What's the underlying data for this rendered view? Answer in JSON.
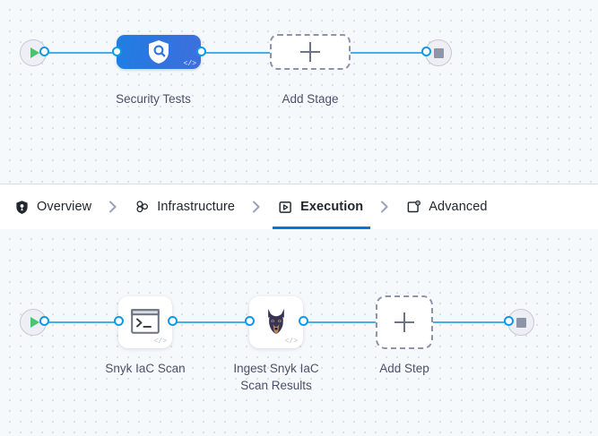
{
  "stages_canvas": {
    "start_node": {
      "icon": "play-icon",
      "name": "pipeline-start"
    },
    "end_node": {
      "icon": "stop-icon",
      "name": "pipeline-end"
    },
    "stage": {
      "label": "Security Tests",
      "icon": "shield-search-icon",
      "code_badge": "</>",
      "color": "#2f76e0"
    },
    "add_stage": {
      "label": "Add Stage",
      "icon": "plus-icon"
    }
  },
  "tabs": {
    "items": [
      {
        "label": "Overview",
        "icon": "shield-icon",
        "active": false
      },
      {
        "label": "Infrastructure",
        "icon": "infrastructure-nodes-icon",
        "active": false
      },
      {
        "label": "Execution",
        "icon": "execution-play-box-icon",
        "active": true
      },
      {
        "label": "Advanced",
        "icon": "advanced-gear-box-icon",
        "active": false
      }
    ],
    "separator_icon": "chevron-right-icon",
    "active_color": "#0278d5"
  },
  "steps_canvas": {
    "start_node": {
      "icon": "play-icon",
      "name": "execution-start"
    },
    "end_node": {
      "icon": "stop-icon",
      "name": "execution-end"
    },
    "steps": [
      {
        "label": "Snyk IaC Scan",
        "icon": "terminal-icon",
        "code_badge": "</>"
      },
      {
        "label": "Ingest Snyk IaC\nScan Results",
        "icon": "harness-doberman-icon",
        "code_badge": "</>"
      }
    ],
    "add_step": {
      "label": "Add Step",
      "icon": "plus-icon"
    }
  }
}
